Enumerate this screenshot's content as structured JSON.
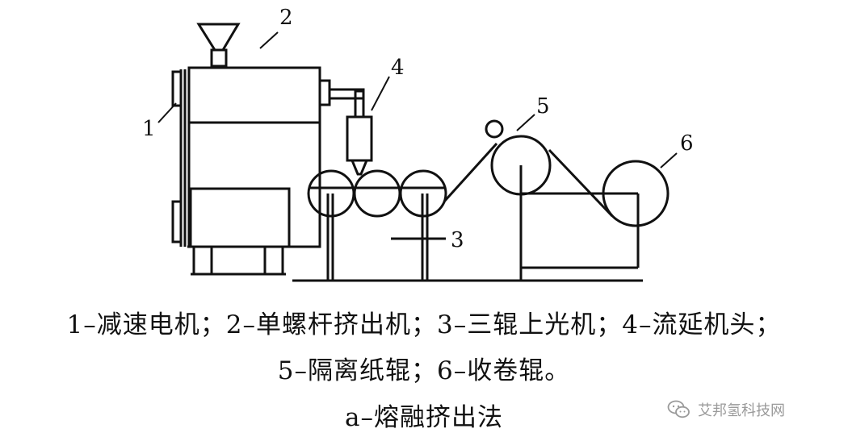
{
  "labels": {
    "l1": "1",
    "l2": "2",
    "l3": "3",
    "l4": "4",
    "l5": "5",
    "l6": "6"
  },
  "legend": {
    "line1": "1–减速电机；2–单螺杆挤出机；3–三辊上光机；4–流延机头；",
    "line2": "5–隔离纸辊；6–收卷辊。",
    "caption": "a–熔融挤出法"
  },
  "watermark": {
    "text": "艾邦氢科技网",
    "icon": "wechat-icon"
  }
}
